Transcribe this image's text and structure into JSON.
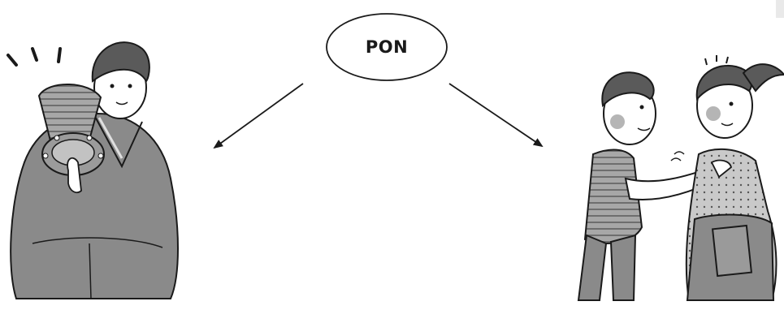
{
  "diagram": {
    "center_node": {
      "label": "PON",
      "shape": "ellipse"
    },
    "arrows": [
      {
        "from": "center_node",
        "to": "left_illustration"
      },
      {
        "from": "center_node",
        "to": "right_illustration"
      }
    ],
    "left_illustration": {
      "icon": "man-in-kimono-with-drum-icon"
    },
    "right_illustration": {
      "icon": "boy-tapping-girl-shoulder-icon"
    }
  },
  "colors": {
    "stroke": "#1a1a1a",
    "fill": "#8a8a8a",
    "background": "#ffffff"
  }
}
